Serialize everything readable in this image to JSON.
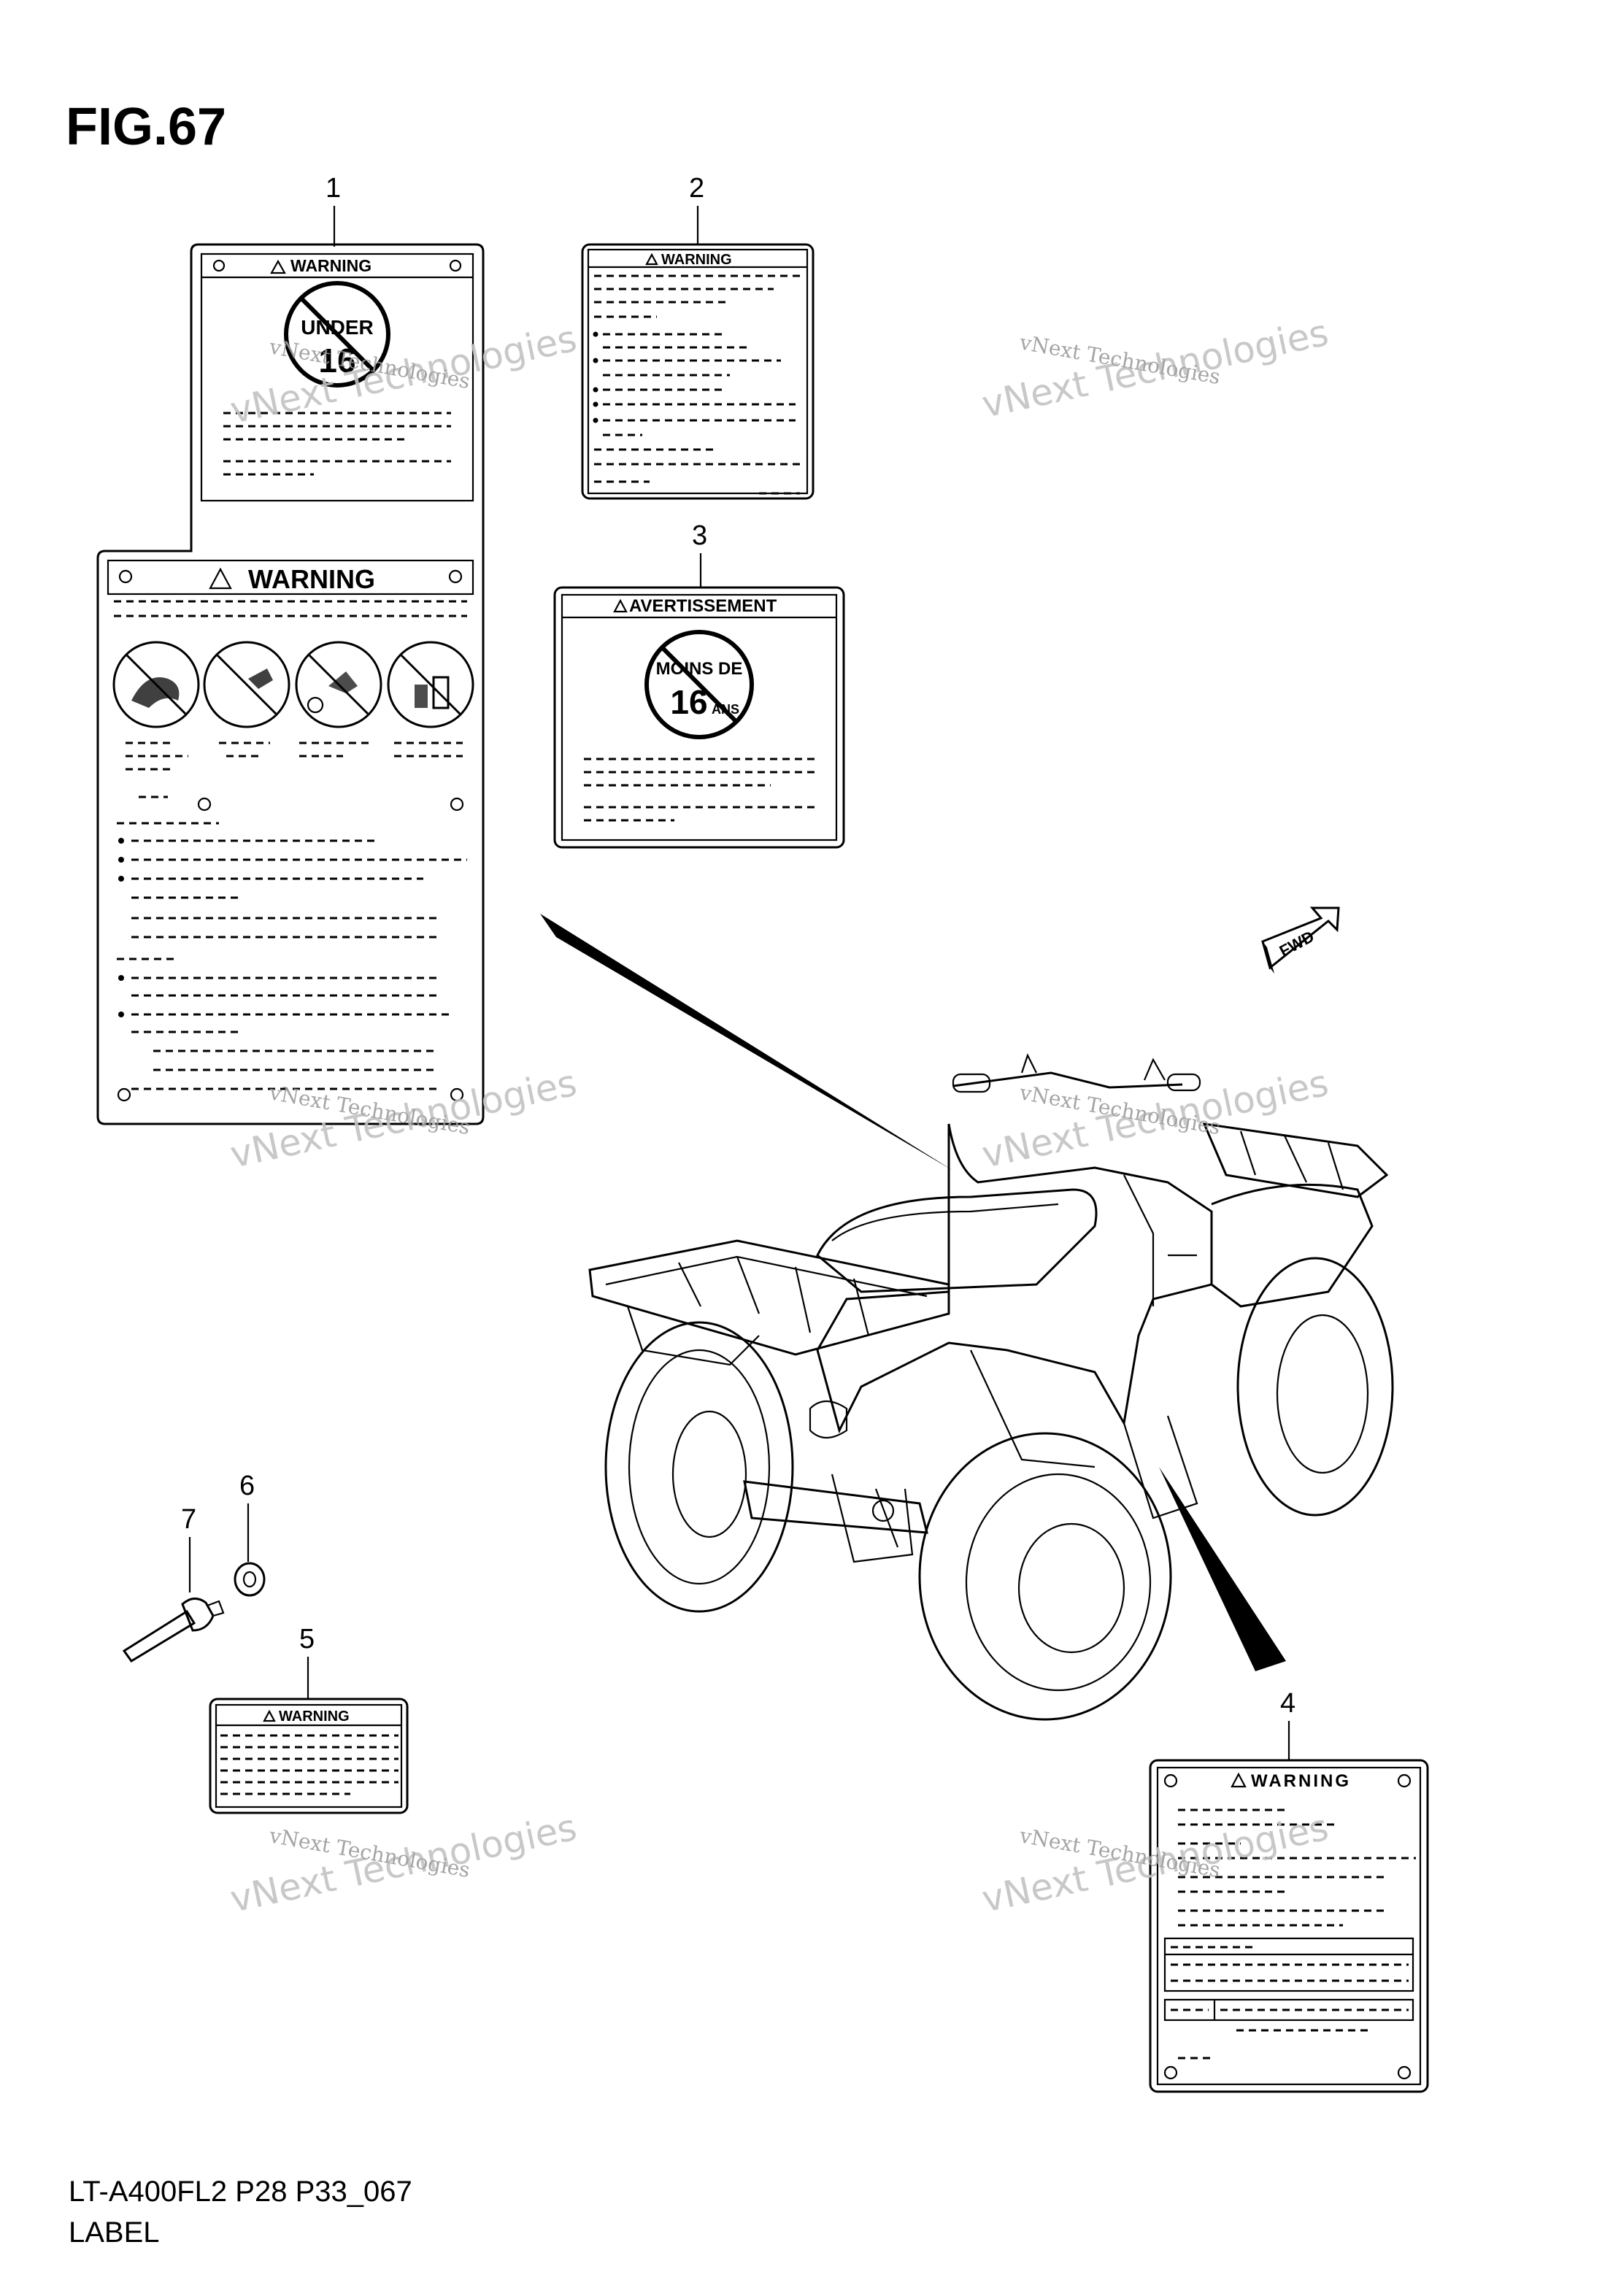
{
  "figure": {
    "title": "FIG.67"
  },
  "callouts": {
    "c1": "1",
    "c2": "2",
    "c3": "3",
    "c4": "4",
    "c5": "5",
    "c6": "6",
    "c7": "7"
  },
  "labels": {
    "label1_top_heading": "WARNING",
    "label1_top_symbol_line1": "UNDER",
    "label1_top_symbol_line2": "16",
    "label1_bottom_heading": "WARNING",
    "label2_heading": "WARNING",
    "label3_heading": "AVERTISSEMENT",
    "label3_symbol_line1": "MOINS DE",
    "label3_symbol_line2": "16",
    "label3_symbol_line3": "ANS",
    "label4_heading": "WARNING",
    "label5_heading": "WARNING",
    "fwd_sign": "FWD"
  },
  "watermark": {
    "line1": "vNext Technologies",
    "line2": "vNext Technologies"
  },
  "footer": {
    "model_code": "LT-A400FL2 P28 P33_067",
    "section": "LABEL"
  }
}
